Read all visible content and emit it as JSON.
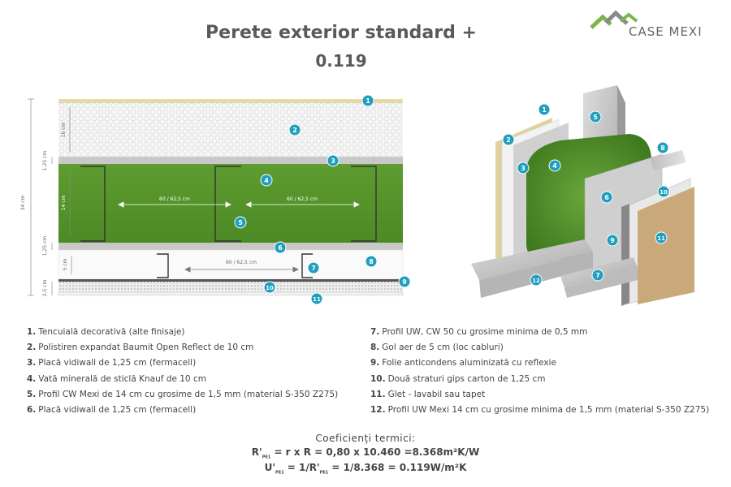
{
  "title": {
    "line1": "Perete exterior standard +",
    "line2": "0.119"
  },
  "logo": {
    "text": "CASE MEXI",
    "icon": "house-roof-icon",
    "colors": [
      "#7ab648",
      "#8a8a8a"
    ]
  },
  "section": {
    "dim_total": "34 cm",
    "dim_polystyrene": "10 cm",
    "dim_board_top": "1,25 cm",
    "dim_profile": "14 cm",
    "dim_board_bottom": "1,25 cm",
    "dim_air": "5 cm",
    "dim_gypsum": "2,5 cm",
    "spacing_1": "60 / 62,5 cm",
    "spacing_2": "60 / 62,5 cm",
    "spacing_3": "60 / 62,5 cm"
  },
  "markers": {
    "section": [
      "1",
      "2",
      "3",
      "4",
      "5",
      "6",
      "7",
      "8",
      "9",
      "10",
      "11"
    ],
    "iso": [
      "1",
      "2",
      "3",
      "4",
      "5",
      "6",
      "7",
      "8",
      "9",
      "10",
      "11",
      "12"
    ]
  },
  "legend": [
    {
      "num": "1.",
      "text": "Tencuială decorativă (alte finisaje)"
    },
    {
      "num": "2.",
      "text": "Polistiren expandat Baumit Open Reflect de 10 cm"
    },
    {
      "num": "3.",
      "text": "Placă vidiwall de 1,25 cm (fermacell)"
    },
    {
      "num": "4.",
      "text": "Vată minerală de sticlă Knauf de 10 cm"
    },
    {
      "num": "5.",
      "text": "Profil CW Mexi de 14 cm cu grosime de 1,5 mm (material S-350 Z275)"
    },
    {
      "num": "6.",
      "text": "Placă vidiwall de 1,25 cm (fermacell)"
    },
    {
      "num": "7.",
      "text": "Profil UW, CW 50 cu grosime minima de 0,5 mm"
    },
    {
      "num": "8.",
      "text": "Gol aer de 5 cm (loc cabluri)"
    },
    {
      "num": "9.",
      "text": "Folie anticondens aluminizată cu reflexie"
    },
    {
      "num": "10.",
      "text": "Două straturi gips carton de 1,25 cm"
    },
    {
      "num": "11.",
      "text": "Glet - lavabil sau tapet"
    },
    {
      "num": "12.",
      "text": "Profil UW Mexi 14 cm cu grosime minima de 1,5 mm (material S-350 Z275)"
    }
  ],
  "coefficients": {
    "title": "Coeficienți termici:",
    "r_label": "R'",
    "r_sub": "PE1",
    "r_formula": " = r x R = 0,80 x 10.460 =8.368m²K/W",
    "u_label": "U'",
    "u_sub": "PE1",
    "u_mid": " = 1/R'",
    "u_sub2": "PE1",
    "u_formula": " = 1/8.368 = 0.119W/m²K"
  },
  "colors": {
    "marker": "#1f9ebd",
    "insulation": "#5a9a2e",
    "board": "#c8c8c8",
    "polystyrene": "#f4f4f4",
    "render": "#e6d9a6"
  }
}
